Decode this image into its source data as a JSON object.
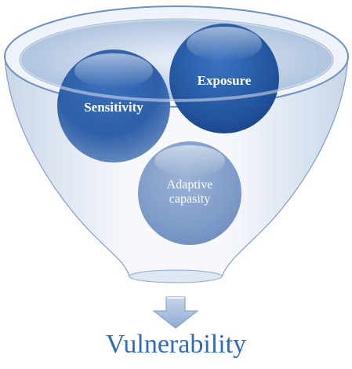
{
  "diagram": {
    "inputs": [
      {
        "id": "sensitivity",
        "label": "Sensitivity"
      },
      {
        "id": "exposure",
        "label": "Exposure"
      },
      {
        "id": "adaptive",
        "label_line1": "Adaptive",
        "label_line2": "capasity"
      }
    ],
    "output": {
      "label": "Vulnerability"
    },
    "colors": {
      "funnel_rim": "#5b84b8",
      "funnel_body_light": "#f4f7fb",
      "funnel_body_dark": "#c9d6e8",
      "ball_dark": "#1f4f9a",
      "ball_mid": "#2f66b4",
      "ball_light": "#7f9ecb",
      "arrow": "#9fb8d9",
      "output_text": "#2e6bb8"
    }
  }
}
